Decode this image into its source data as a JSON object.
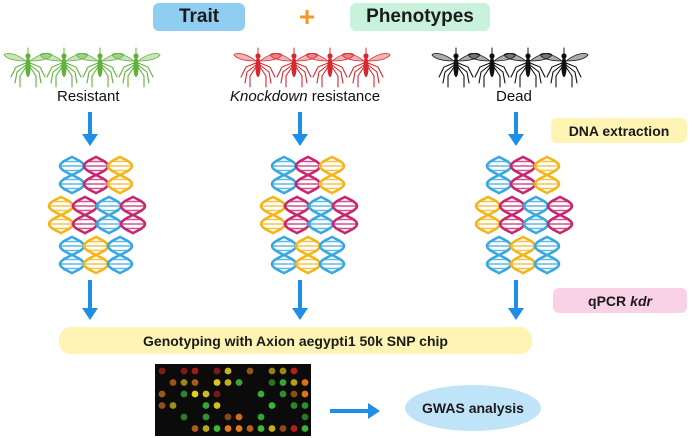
{
  "header": {
    "trait_label": "Trait",
    "plus_symbol": "+",
    "phenotypes_label": "Phenotypes"
  },
  "groups": [
    {
      "label": "Resistant",
      "mosquito_color": "#5fb13b"
    },
    {
      "label_italic": "Knockdown",
      "label_rest": " resistance",
      "mosquito_color": "#d7282f"
    },
    {
      "label": "Dead",
      "mosquito_color": "#111111"
    }
  ],
  "steps": {
    "dna_extraction": "DNA extraction",
    "qpcr_prefix": "qPCR",
    "qpcr_gene": "kdr",
    "genotyping": "Genotyping with Axion aegypti1 50k SNP chip",
    "gwas": "GWAS analysis"
  },
  "colors": {
    "arrow": "#1e8ee6",
    "dna_blue": "#3aa7df",
    "dna_magenta": "#c6286f",
    "dna_yellow": "#f2b51c",
    "chip_background": "#0b0b0b",
    "spot_green": "#3ec43b",
    "spot_yellow": "#e8d21e",
    "spot_orange": "#ee7a1a",
    "spot_red": "#d6241c"
  }
}
